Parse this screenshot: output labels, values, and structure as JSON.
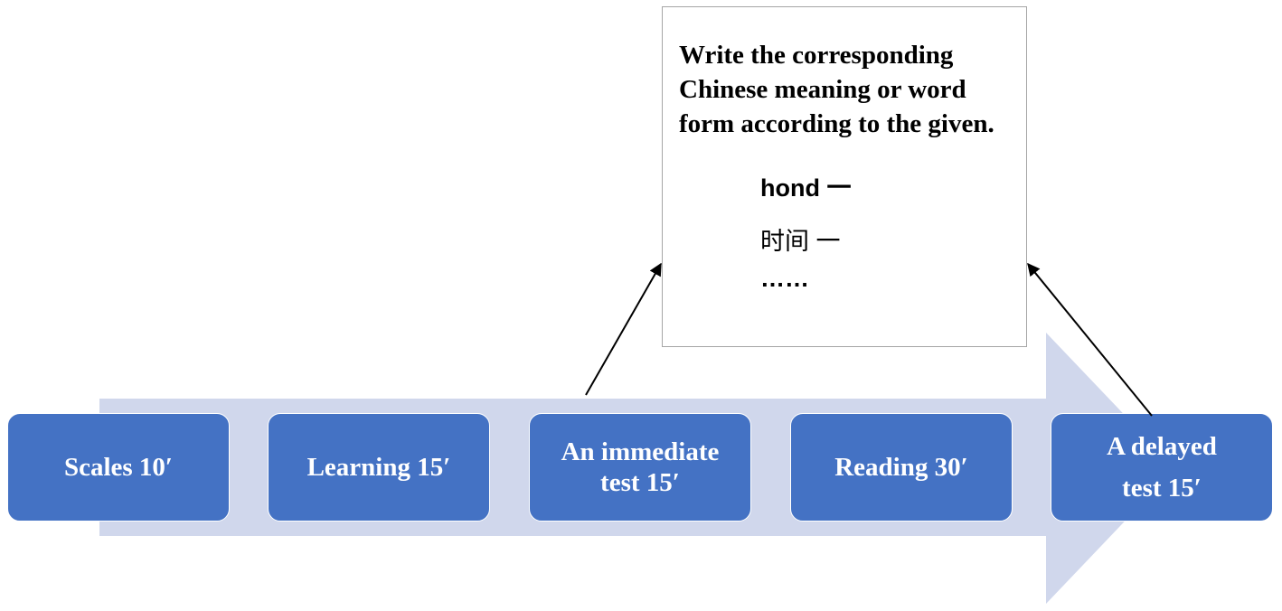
{
  "diagram": {
    "colors": {
      "step_fill": "#4472c4",
      "timeline_arrow": "#d0d7ec",
      "callout_border": "#a6a6a6",
      "connector": "#000000"
    },
    "steps": [
      {
        "label": "Scales 10′"
      },
      {
        "label": "Learning 15′"
      },
      {
        "label": "An immediate\ntest 15′"
      },
      {
        "label": "Reading  30′"
      },
      {
        "label": "A delayed\ntest 15′"
      }
    ],
    "callout": {
      "instruction": "Write the corresponding\nChinese meaning or word\nform according to the given.",
      "examples": [
        "hond 一",
        "时间 一",
        "……"
      ]
    }
  }
}
